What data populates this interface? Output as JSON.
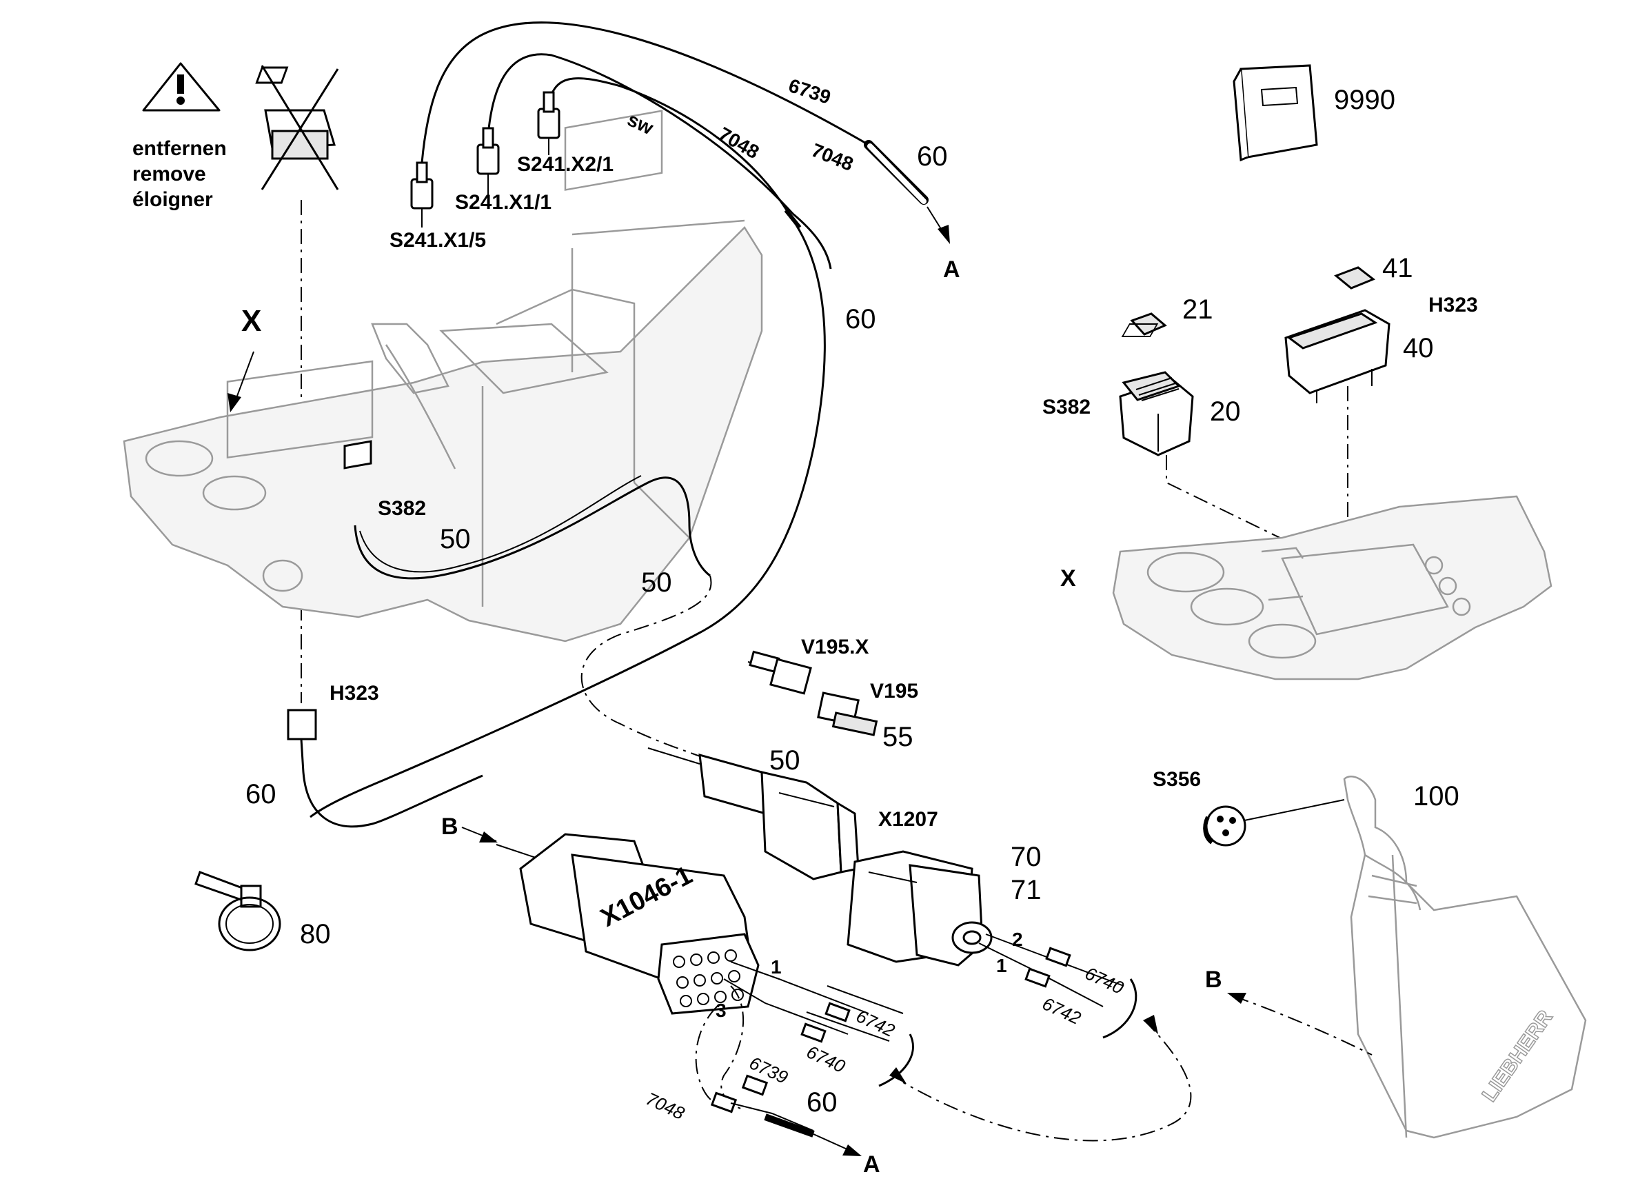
{
  "remove_note": [
    "entfernen",
    "remove",
    "éloigner"
  ],
  "view_labels": {
    "view_x": "X",
    "view_x_detail": "X"
  },
  "arrow_labels": {
    "a_top": "A",
    "a_bottom": "A",
    "b_left": "B",
    "b_right": "B"
  },
  "part_numbers": {
    "manual": "9990",
    "cable_top": "60",
    "cable_right": "60",
    "cable_left": "60",
    "cable_bottom": "60",
    "harness_50_upper": "50",
    "harness_50_lower": "50",
    "connector_50": "50",
    "diode_55": "55",
    "cap_21": "21",
    "cap_41": "41",
    "switch_20": "20",
    "lamp_40": "40",
    "housing_70": "70",
    "housing_71": "71",
    "cable_tie_80": "80",
    "joystick_100": "100"
  },
  "component_codes": {
    "s241_x1_5": "S241.X1/5",
    "s241_x1_1": "S241.X1/1",
    "s241_x2_1": "S241.X2/1",
    "s382_main": "S382",
    "s382_detail": "S382",
    "h323_main": "H323",
    "h323_detail": "H323",
    "v195x": "V195.X",
    "v195": "V195",
    "x1207": "X1207",
    "x1046": "X1046-1",
    "s356": "S356"
  },
  "wire_labels": {
    "w6739_top": "6739",
    "w7048_top_a": "7048",
    "w7048_top_b": "7048",
    "sw": "sw",
    "w6740_right": "6740",
    "w6742_right": "6742",
    "w6742_left": "6742",
    "w6740_left": "6740",
    "w6739_bottom": "6739",
    "w7048_bottom": "7048"
  },
  "pin_labels": {
    "pin2": "2",
    "pin1_right": "1",
    "pin1_left": "1",
    "pin3": "3"
  },
  "brand_label": "LIEBHERR"
}
